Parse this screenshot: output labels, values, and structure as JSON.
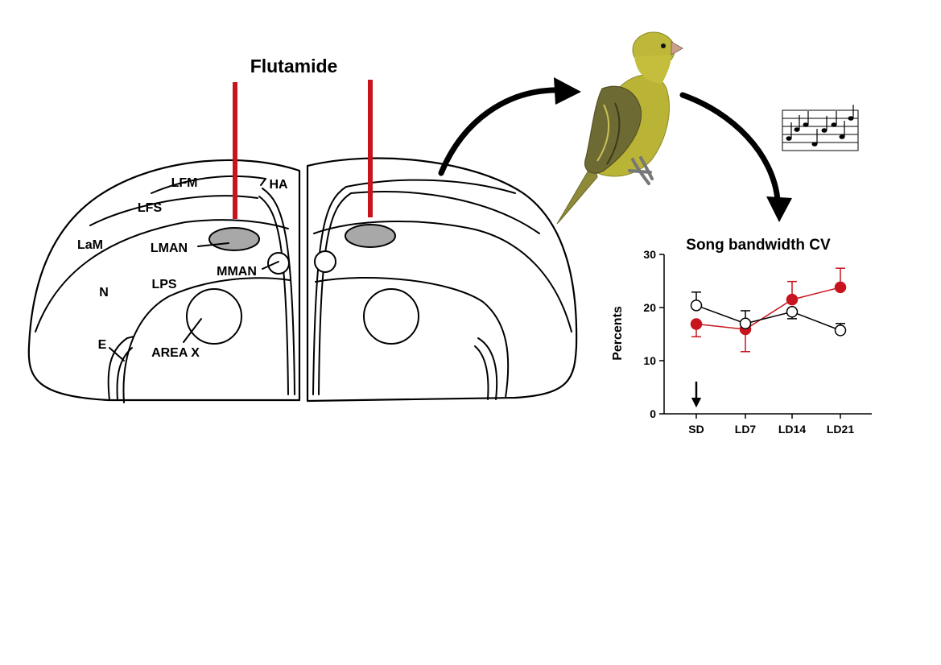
{
  "figure": {
    "drug_label": "Flutamide",
    "regions": {
      "lfm": "LFM",
      "ha": "HA",
      "lfs": "LFS",
      "lam": "LaM",
      "lman": "LMAN",
      "mman": "MMAN",
      "n": "N",
      "lps": "LPS",
      "e": "E",
      "area_x": "AREA X"
    },
    "colors": {
      "cannula": "#c8141e",
      "lman_fill": "#a8a8a8",
      "flutamide_series": "#c8141e",
      "control_series": "#ffffff"
    },
    "icons": [
      "brain-section-diagram",
      "canary-bird-image",
      "music-score-icon",
      "curved-arrow"
    ]
  },
  "chart_data": {
    "type": "line",
    "title": "Song bandwidth CV",
    "xlabel": "",
    "ylabel": "Percents",
    "categories": [
      "SD",
      "LD7",
      "LD14",
      "LD21"
    ],
    "ylim": [
      0,
      30
    ],
    "yticks": [
      "0",
      "10",
      "20",
      "30"
    ],
    "arrow_marker_category": "SD",
    "series": [
      {
        "marker": "open-circle",
        "color": "#000000",
        "fill": "#ffffff",
        "values": [
          20.4,
          17.0,
          19.2,
          15.7
        ],
        "errors": [
          2.5,
          2.4,
          1.3,
          1.3
        ]
      },
      {
        "marker": "filled-circle",
        "color": "#c8141e",
        "fill": "#c8141e",
        "values": [
          16.9,
          15.9,
          21.5,
          23.8
        ],
        "errors": [
          2.4,
          4.2,
          3.4,
          3.6
        ]
      }
    ]
  }
}
